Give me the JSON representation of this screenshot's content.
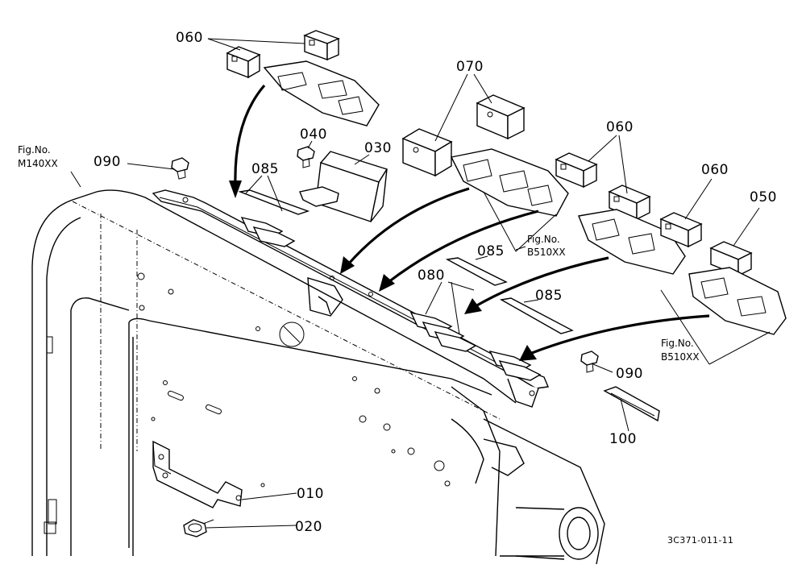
{
  "labels": {
    "p060_top": "060",
    "p070": "070",
    "p060_mid": "060",
    "p060_right": "060",
    "p050": "050",
    "p090_left": "090",
    "p040": "040",
    "p030": "030",
    "p085_left": "085",
    "p085_mid": "085",
    "p080": "080",
    "p085_right": "085",
    "p090_right": "090",
    "p100": "100",
    "p010": "010",
    "p020": "020"
  },
  "figrefs": {
    "left_title": "Fig.No.",
    "left_code": "M140XX",
    "mid_title": "Fig.No.",
    "mid_code": "B510XX",
    "right_title": "Fig.No.",
    "right_code": "B510XX"
  },
  "drawing_code": "3C371-011-11"
}
